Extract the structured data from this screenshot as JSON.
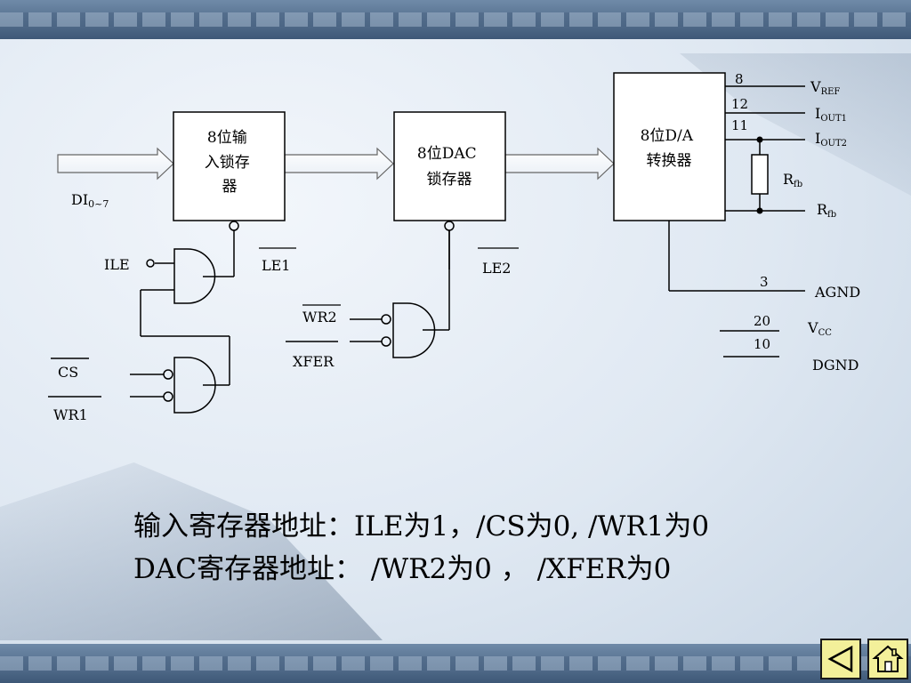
{
  "diagram": {
    "blocks": {
      "input_latch": [
        "8位输",
        "入锁存",
        "器"
      ],
      "dac_latch": [
        "8位DAC",
        "锁存器"
      ],
      "da_converter": [
        "8位D/A",
        "转换器"
      ]
    },
    "input_label": {
      "base": "DI",
      "sub": "0~7"
    },
    "signals": {
      "ile": "ILE",
      "le1": "LE1",
      "le2": "LE2",
      "wr2": "WR2",
      "xfer": "XFER",
      "cs": "CS",
      "wr1": "WR1"
    },
    "pins": {
      "p8": "8",
      "p12": "12",
      "p11": "11",
      "p3": "3",
      "p20": "20",
      "p10": "10"
    },
    "outputs": {
      "vref": {
        "base": "V",
        "sub": "REF"
      },
      "iout1": {
        "base": "I",
        "sub": "OUT1"
      },
      "iout2": {
        "base": "I",
        "sub": "OUT2"
      },
      "rfb_resistor": {
        "base": "R",
        "sub": "fb"
      },
      "rfb_pin": {
        "base": "R",
        "sub": "fb"
      },
      "agnd": "AGND",
      "vcc": {
        "base": "V",
        "sub": "CC"
      },
      "dgnd": "DGND"
    }
  },
  "caption": {
    "line1": "输入寄存器地址：ILE为1，/CS为0, /WR1为0",
    "line2": "DAC寄存器地址： /WR2为0 ， /XFER为0"
  },
  "nav": {
    "back": "back-arrow-icon",
    "home": "home-icon"
  },
  "colors": {
    "band": "#4f6a8a",
    "background": "#dfe8f2",
    "nav_button": "#f3f09a"
  }
}
